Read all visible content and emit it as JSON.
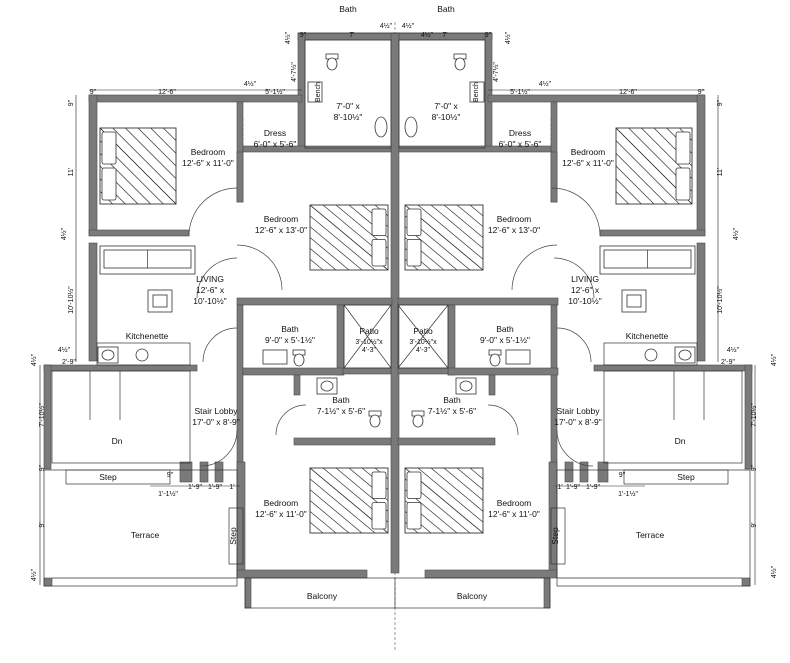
{
  "rooms": {
    "bath_top_l": "Bath",
    "bath_top_l_dim1": "7'-0\" x",
    "bath_top_l_dim2": "8'-10½\"",
    "bath_top_r": "Bath",
    "bath_top_r_dim1": "7'-0\" x",
    "bath_top_r_dim2": "8'-10½\"",
    "dress_l": "Dress",
    "dress_l_dim": "6'-0\" x 5'-6\"",
    "dress_r": "Dress",
    "dress_r_dim": "6'-0\" x 5'-6\"",
    "bed1_l": "Bedroom",
    "bed1_l_dim": "12'-6\" x 11'-0\"",
    "bed1_r": "Bedroom",
    "bed1_r_dim": "12'-6\" x 11'-0\"",
    "bed2_l": "Bedroom",
    "bed2_l_dim": "12'-6\" x 13'-0\"",
    "bed2_r": "Bedroom",
    "bed2_r_dim": "12'-6\" x 13'-0\"",
    "living_l": "LIVING",
    "living_l_dim1": "12'-6\" x",
    "living_l_dim2": "10'-10½\"",
    "living_r": "LIVING",
    "living_r_dim1": "12'-6\" x",
    "living_r_dim2": "10'-10½\"",
    "kitchen_l": "Kitchenette",
    "kitchen_r": "Kitchenette",
    "bath_mid_l": "Bath",
    "bath_mid_l_dim": "9'-0\" x 5'-1½\"",
    "bath_mid_r": "Bath",
    "bath_mid_r_dim": "9'-0\" x 5'-1½\"",
    "patio_l": "Patio",
    "patio_l_dim1": "3'-10½\"x",
    "patio_l_dim2": "4'-3\"",
    "patio_r": "Patio",
    "patio_r_dim1": "3'-10½\"x",
    "patio_r_dim2": "4'-3\"",
    "bath_sm_l": "Bath",
    "bath_sm_l_dim": "7-1½\" x 5'-6\"",
    "bath_sm_r": "Bath",
    "bath_sm_r_dim": "7-1½\" x 5'-6\"",
    "lobby_l": "Stair Lobby",
    "lobby_l_dim": "17'-0\" x 8'-9\"",
    "lobby_r": "Stair Lobby",
    "lobby_r_dim": "17'-0\" x 8'-9\"",
    "bed3_l": "Bedroom",
    "bed3_l_dim": "12'-6\" x 11'-0\"",
    "bed3_r": "Bedroom",
    "bed3_r_dim": "12'-6\" x 11'-0\"",
    "terrace_l": "Terrace",
    "terrace_r": "Terrace",
    "balcony_l": "Balcony",
    "balcony_r": "Balcony",
    "step_l": "Step",
    "step_r": "Step",
    "step_v_l": "Step",
    "step_v_r": "Step",
    "dn_l": "Dn",
    "dn_r": "Dn",
    "bench_l": "Bench",
    "bench_r": "Bench"
  },
  "dims": {
    "top_9_l": "9\"",
    "top_7_l": "7'",
    "top_4h_c": "4½\"",
    "top_4h_l2": "4½\"",
    "top_4h_r2": "4½\"",
    "top_7_r": "7'",
    "top_9_r": "9\"",
    "top_4h_far_l": "4½\"",
    "top_4h_far_r": "4½\"",
    "side_47_l": "4'-7½\"",
    "side_47_r": "4'-7½\"",
    "upper_9_l": "9\"",
    "upper_126_l": "12'-6\"",
    "upper_4h_l": "4½\"",
    "upper_51_l": "5'-1½\"",
    "upper_9_r": "9\"",
    "upper_126_r": "12'-6\"",
    "upper_4h_r": "4½\"",
    "upper_51_r": "5'-1½\"",
    "v_9_l": "9\"",
    "v_11_l": "11'",
    "v_4h_l": "4½\"",
    "v_1010_l": "10'-10½\"",
    "v_9_r": "9\"",
    "v_11_r": "11'",
    "v_4h_r": "4½\"",
    "v_1010_r": "10'-10½\"",
    "v_4h2_l": "4½\"",
    "v_29_l": "2'-9\"",
    "v_4h2_r": "4½\"",
    "v_29_r": "2'-9\"",
    "v_4h3_l": "4½\"",
    "v_4h3_r": "4½\"",
    "v_710_l": "7'-10½\"",
    "v_710_r": "7'-10½\"",
    "v_9b_l": "9\"",
    "v_9b_r": "9\"",
    "v_9t_l": "9'",
    "v_9t_r": "9'",
    "v_4h4_l": "4½\"",
    "v_4h4_r": "4½\"",
    "s_9_l": "9\"",
    "s_9_r": "9\"",
    "s_11_l": "1'-1½\"",
    "s_11_r": "1'-1½\"",
    "s_19_l": "1'-9\"",
    "s_19b_l": "1'-9\"",
    "s_1_l": "1'",
    "s_19_r": "1'-9\"",
    "s_19b_r": "1'-9\"",
    "s_1_r": "1'"
  }
}
